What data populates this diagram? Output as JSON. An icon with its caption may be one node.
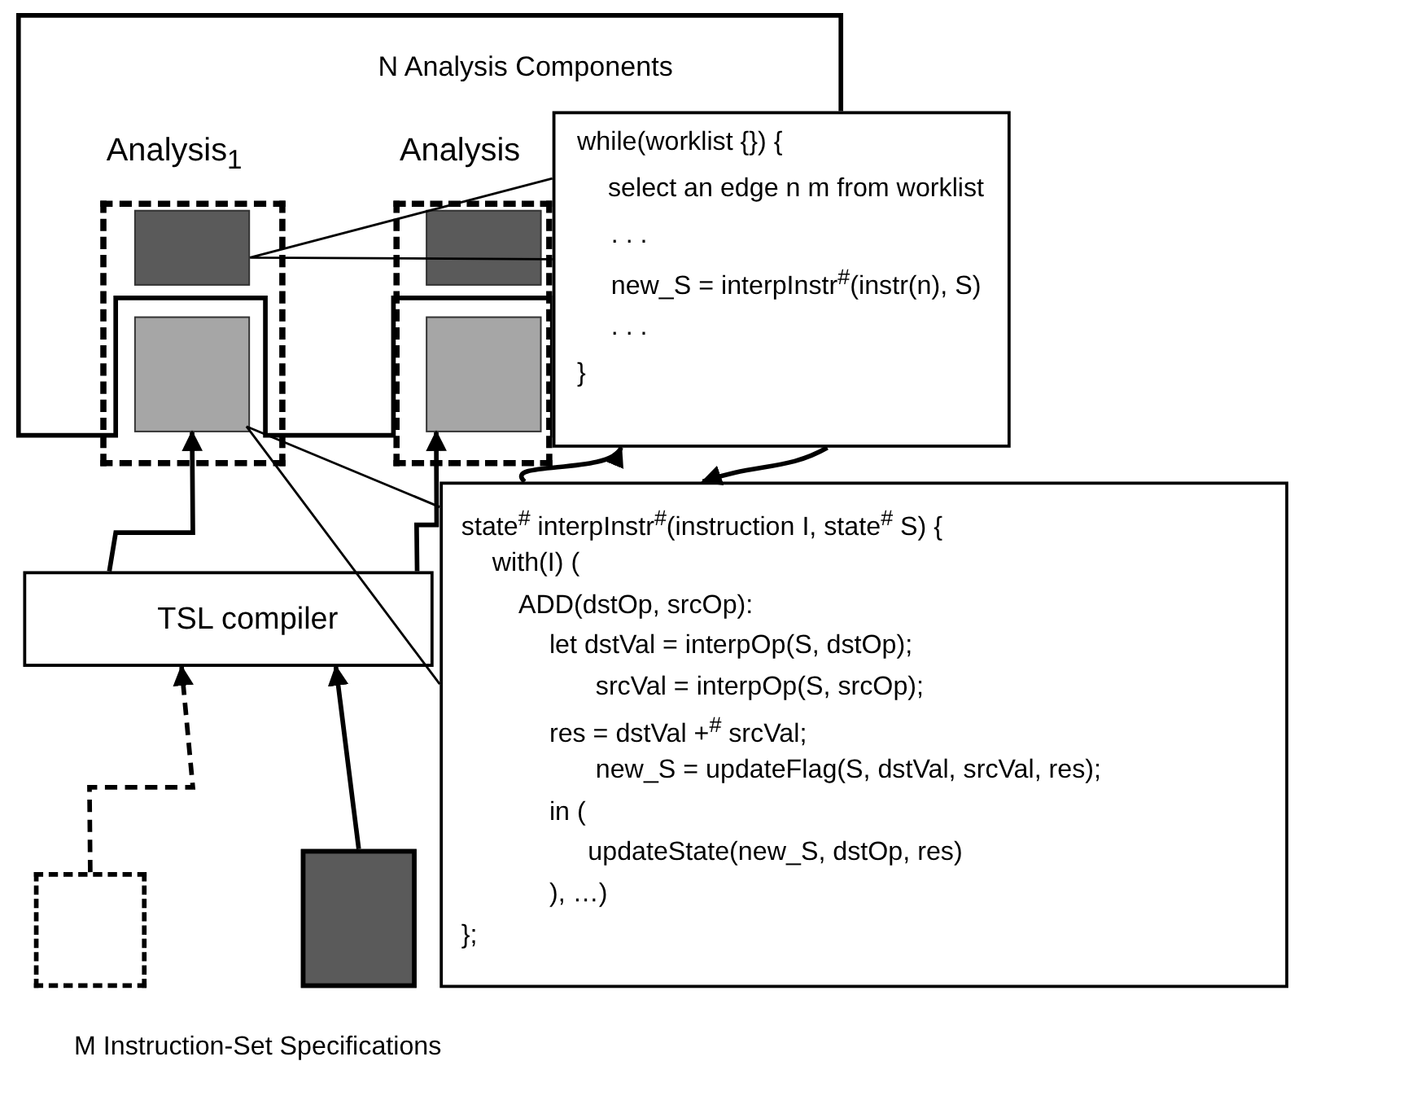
{
  "diagram": {
    "nodes": [
      {
        "text": [
          "N Analysis Components"
        ]
      },
      {
        "text": [
          "Analysis$_{1}$"
        ],
        "in": 0
      },
      {
        "text": [],
        "shape": "box",
        "in": 1
      },
      {
        "text": [],
        "shape": "box",
        "in": 1
      },
      {
        "text": [
          "Analysis"
        ],
        "in": 0
      },
      {
        "text": [],
        "shape": "box",
        "in": 4
      },
      {
        "text": [],
        "shape": "box",
        "in": 4
      },
      {
        "text": [
          "while(worklist {}) {",
          "select an edge n m from worklist",
          ". . .",
          "new_S = interpInstr$^{#}$(instr(n), S)",
          ". . .",
          "}"
        ]
      },
      {
        "text": [
          "state$^{#}$ interpInstr$^{#}$(instruction I, state$^{#}$ S) {",
          "with(I) (",
          "ADD(dstOp, srcOp):",
          "let dstVal = interpOp(S, dstOp);",
          "srcVal = interpOp(S, srcOp);",
          "res = dstVal +$^{#}$ srcVal;",
          "new_S = updateFlag(S, dstVal, srcVal, res);",
          "in (",
          "updateState(new_S, dstOp, res)",
          "), …)",
          "};"
        ]
      },
      {
        "text": [
          "TSL compiler"
        ]
      },
      {
        "text": [],
        "shape": "box"
      },
      {
        "text": [],
        "shape": "box"
      }
    ],
    "edges": [
      {
        "from": 2,
        "to": 7,
        "arrow": "none"
      },
      {
        "from": 3,
        "to": 8,
        "arrow": "none"
      },
      {
        "from": 9,
        "to": 3,
        "arrow": "to"
      },
      {
        "from": 9,
        "to": 6,
        "arrow": "to"
      },
      {
        "from": 10,
        "to": 9,
        "arrow": "to",
        "style": "dashed"
      },
      {
        "from": 11,
        "to": 9,
        "arrow": "to"
      },
      {
        "from": 7,
        "to": 8,
        "arrow": "to"
      },
      {
        "from": 8,
        "to": 7,
        "arrow": "to"
      }
    ],
    "labels": [
      "M Instruction-Set Specifications"
    ]
  }
}
